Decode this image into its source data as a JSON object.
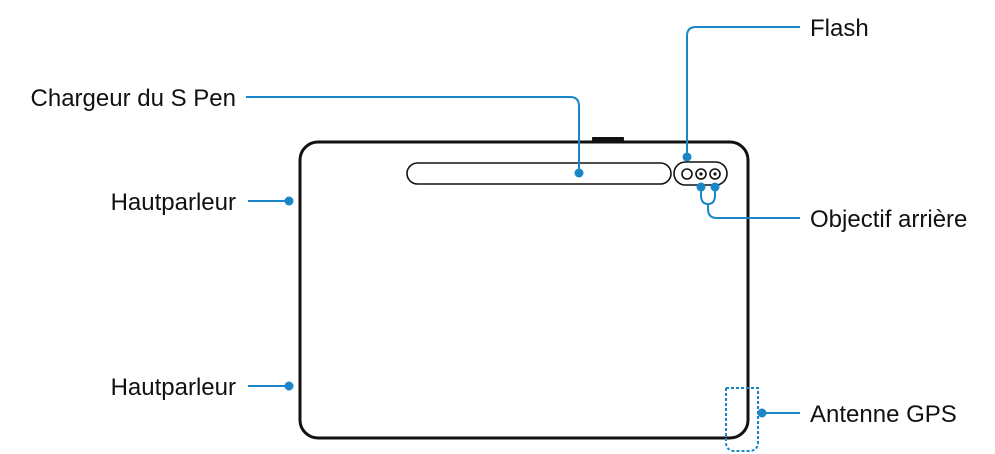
{
  "diagram": {
    "device": "tablet-back",
    "accent_color": "#1a86c8",
    "outline_color": "#111111",
    "labels": {
      "flash": "Flash",
      "s_pen_charger": "Chargeur du S Pen",
      "speaker_top": "Hautparleur",
      "rear_camera": "Objectif arrière",
      "speaker_bottom": "Hautparleur",
      "gps_antenna": "Antenne GPS"
    }
  }
}
